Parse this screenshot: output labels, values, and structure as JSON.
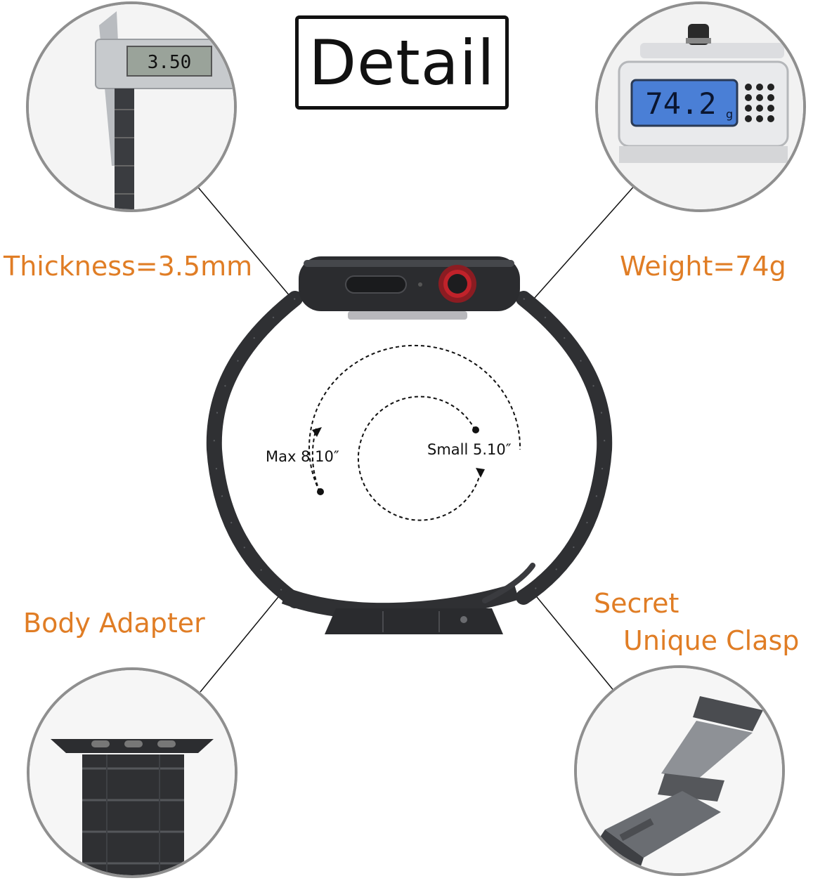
{
  "header": {
    "title": "Detail"
  },
  "callouts": {
    "thickness": "Thickness=3.5mm",
    "weight": "Weight=74g",
    "body_adapter": "Body Adapter",
    "clasp_line1": "Secret",
    "clasp_line2": "Unique Clasp"
  },
  "sizes": {
    "max": "Max 8.10″",
    "small": "Small 5.10″"
  },
  "readouts": {
    "caliper": "3.50",
    "scale": "74.2",
    "scale_unit": "g"
  },
  "colors": {
    "accent": "#e07d25",
    "band": "#2f3033",
    "crown": "#c0222a",
    "circle_border": "#8f8f8f"
  }
}
